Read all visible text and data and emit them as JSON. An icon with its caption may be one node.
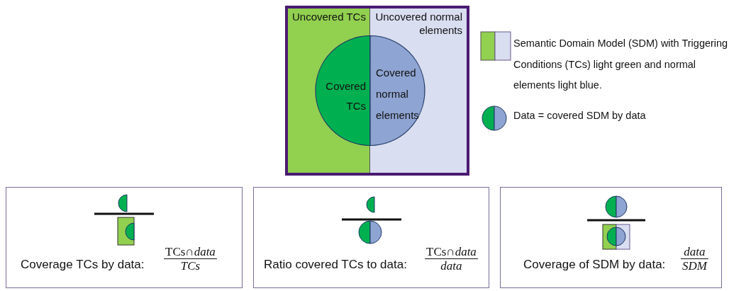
{
  "diagram": {
    "nodes": [
      {
        "text": [
          "Uncovered TCs"
        ]
      },
      {
        "text": [
          "Uncovered normal elements"
        ]
      },
      {
        "text": [
          "Covered TCs"
        ],
        "in": 0
      },
      {
        "text": [
          "Covered normal elements"
        ],
        "in": 1
      },
      {
        "text": [
          "Coverage TCs by data:",
          "TCs∩*data*",
          "*TCs*"
        ]
      },
      {
        "text": [
          "Ratio covered TCs to data:",
          "TCs∩*data*",
          "*data*"
        ]
      },
      {
        "text": [
          "Coverage of SDM by data:",
          "*data*",
          "*SDM*"
        ]
      }
    ],
    "legend": [
      {
        "text": "Semantic Domain Model (SDM) with Triggering Conditions (TCs) light green and normal elements light blue."
      },
      {
        "text": "Data = covered SDM by data"
      }
    ]
  }
}
